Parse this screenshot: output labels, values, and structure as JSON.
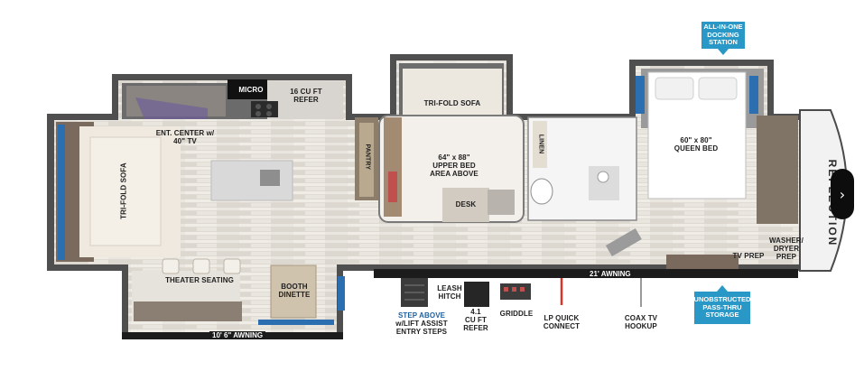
{
  "floorplan": {
    "brand": "REFLECTION",
    "rooms": {
      "micro": "MICRO",
      "refer": "16 CU FT\nREFER",
      "ent_center": "ENT. CENTER w/\n40\" TV",
      "pantry": "PANTRY",
      "trifold_sofa_left": "TRI-FOLD SOFA",
      "trifold_sofa_top": "TRI-FOLD SOFA",
      "upper_bed": "64\" x 88\"\nUPPER BED\nAREA ABOVE",
      "desk": "DESK",
      "linen": "LINEN",
      "queen_bed": "60\" x 80\"\nQUEEN BED",
      "tv_prep": "TV PREP",
      "washer_dryer": "WASHER/\nDRYER\nPREP",
      "theater_seating": "THEATER SEATING",
      "booth_dinette": "BOOTH\nDINETTE"
    },
    "awnings": {
      "front": "21' AWNING",
      "rear": "10' 6\" AWNING"
    },
    "callouts": {
      "step": "STEP ABOVE",
      "step_sub": "w/LIFT ASSIST\nENTRY STEPS",
      "leash": "LEASH\nHITCH",
      "freezer": "4.1\nCU FT\nREFER",
      "griddle": "GRIDDLE",
      "lp": "LP QUICK\nCONNECT",
      "coax": "COAX TV\nHOOKUP"
    },
    "badges": {
      "docking": "ALL-IN-ONE\nDOCKING\nSTATION",
      "storage": "UNOBSTRUCTED\nPASS-THRU\nSTORAGE"
    },
    "colors": {
      "accent_blue": "#2a98c7",
      "wall": "#5a5a5a",
      "floor": "#e6e2dc",
      "lp_line": "#d9362b"
    }
  }
}
